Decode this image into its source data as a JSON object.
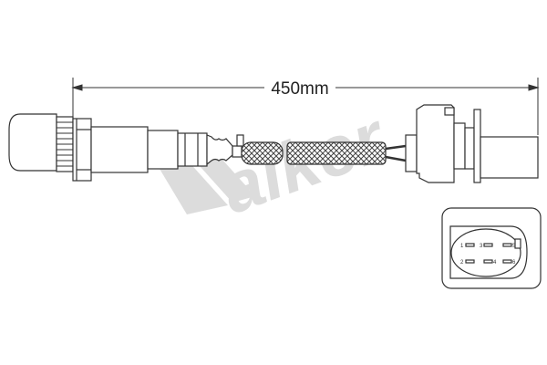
{
  "dimension": {
    "label": "450mm"
  },
  "watermark": {
    "text": "Walker"
  },
  "connector_face": {
    "pins": [
      "1",
      "3",
      "5",
      "2",
      "4",
      "6"
    ]
  },
  "colors": {
    "line": "#3a3a3a",
    "watermark": "#d9d9d9",
    "fill": "#ffffff"
  }
}
